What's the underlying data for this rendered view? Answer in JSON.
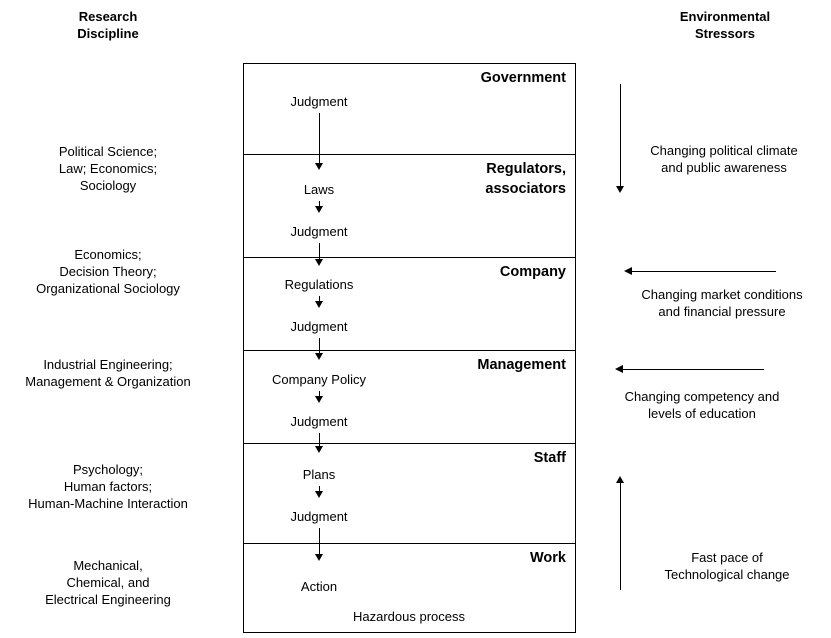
{
  "headers": {
    "left": "Research\nDiscipline",
    "right": "Environmental\nStressors"
  },
  "disciplines": [
    {
      "name": "political",
      "text": "Political Science;\nLaw; Economics;\nSociology"
    },
    {
      "name": "economics",
      "text": "Economics;\nDecision Theory;\nOrganizational Sociology"
    },
    {
      "name": "industrial",
      "text": "Industrial Engineering;\nManagement & Organization"
    },
    {
      "name": "psychology",
      "text": "Psychology;\nHuman factors;\nHuman-Machine Interaction"
    },
    {
      "name": "engineering",
      "text": "Mechanical,\nChemical, and\nElectrical Engineering"
    }
  ],
  "levels": [
    {
      "name": "government",
      "title": "Government"
    },
    {
      "name": "regulators",
      "title": "Regulators,\nassociators"
    },
    {
      "name": "company",
      "title": "Company"
    },
    {
      "name": "management",
      "title": "Management"
    },
    {
      "name": "staff",
      "title": "Staff"
    },
    {
      "name": "work",
      "title": "Work"
    }
  ],
  "flow_labels": [
    {
      "name": "judgment-1",
      "text": "Judgment"
    },
    {
      "name": "laws",
      "text": "Laws"
    },
    {
      "name": "judgment-2",
      "text": "Judgment"
    },
    {
      "name": "regulations",
      "text": "Regulations"
    },
    {
      "name": "judgment-3",
      "text": "Judgment"
    },
    {
      "name": "company-policy",
      "text": "Company Policy"
    },
    {
      "name": "judgment-4",
      "text": "Judgment"
    },
    {
      "name": "plans",
      "text": "Plans"
    },
    {
      "name": "judgment-5",
      "text": "Judgment"
    },
    {
      "name": "action",
      "text": "Action"
    }
  ],
  "hazard": "Hazardous process",
  "stressors": [
    {
      "name": "political-climate",
      "text": "Changing political climate\nand public awareness",
      "direction": "down"
    },
    {
      "name": "market-conditions",
      "text": "Changing market conditions\nand financial pressure",
      "direction": "left"
    },
    {
      "name": "competency",
      "text": "Changing competency and\nlevels of education",
      "direction": "left"
    },
    {
      "name": "technological-change",
      "text": "Fast pace of\nTechnological change",
      "direction": "up"
    }
  ],
  "colors": {
    "line": "#000000",
    "background": "#ffffff",
    "text": "#000000"
  }
}
